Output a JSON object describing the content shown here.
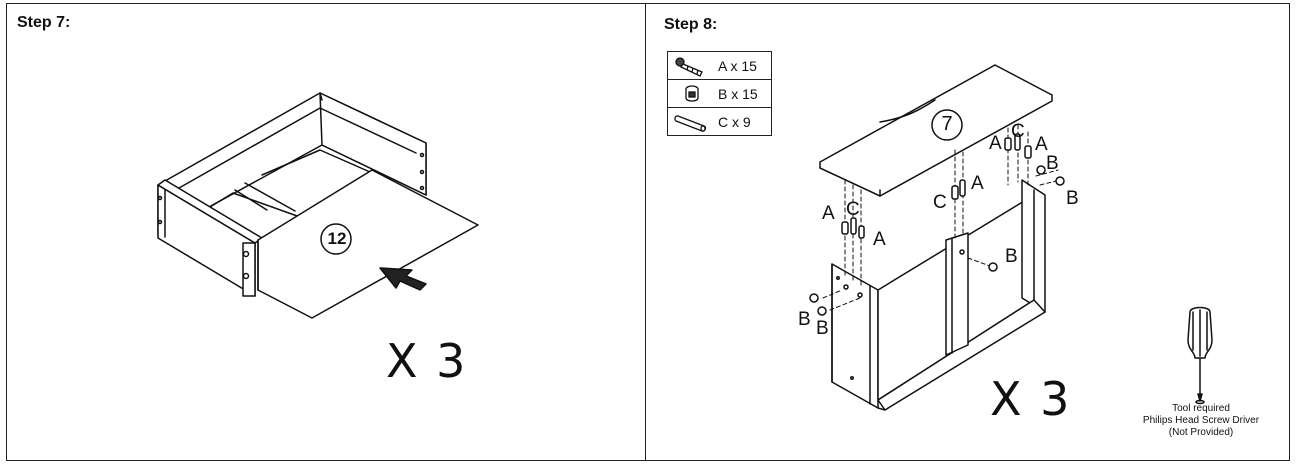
{
  "step7": {
    "title": "Step 7:",
    "panel_number": "12",
    "multiplier": "X 3"
  },
  "step8": {
    "title": "Step 8:",
    "parts": [
      {
        "icon": "cam-bolt-icon",
        "label": "A x 15"
      },
      {
        "icon": "cam-lock-icon",
        "label": "B x 15"
      },
      {
        "icon": "wood-dowel-icon",
        "label": "C x 9"
      }
    ],
    "panel_number": "7",
    "callouts": {
      "a": "A",
      "b": "B",
      "c": "C"
    },
    "multiplier": "X 3",
    "tool": {
      "line1": "Tool required",
      "line2": "Philips Head Screw Driver",
      "line3": "(Not Provided)"
    }
  }
}
